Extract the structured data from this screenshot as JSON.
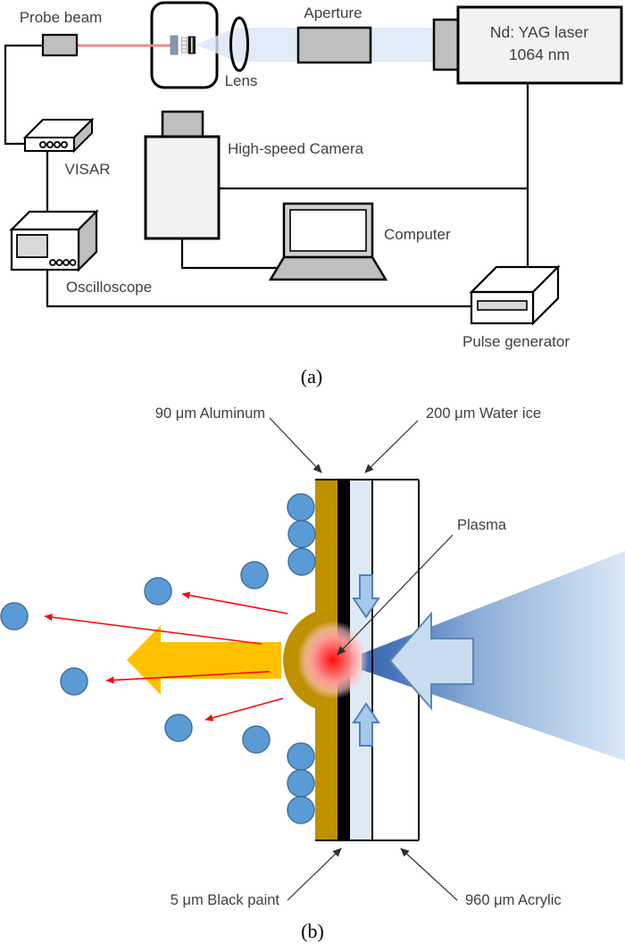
{
  "panel_a": {
    "caption": "(a)",
    "probe_beam_label": "Probe beam",
    "aperture_label": "Aperture",
    "laser_name": "Nd: YAG laser",
    "laser_wavelength": "1064 nm",
    "lens_label": "Lens",
    "visar_label": "VISAR",
    "camera_label": "High-speed Camera",
    "computer_label": "Computer",
    "oscilloscope_label": "Oscilloscope",
    "pulse_generator_label": "Pulse generator"
  },
  "panel_b": {
    "caption": "(b)",
    "aluminum_label": "90 μm Aluminum",
    "water_ice_label": "200 μm Water ice",
    "plasma_label": "Plasma",
    "black_paint_label": "5 μm Black paint",
    "acrylic_label": "960 μm Acrylic"
  },
  "colors": {
    "aluminum_gold": "#BF9000",
    "black_paint": "#000000",
    "water_ice_blue": "#DEEBF7",
    "particle_blue": "#5B9BD5",
    "particle_blue_border": "#41719C",
    "ejecta_yellow": "#FFC000",
    "laser_beam_dark": "#3A68AE",
    "laser_beam_light": "#D9E8F7",
    "probe_beam_red": "#E88C8C",
    "plasma_red": "#FF0000",
    "spall_arrow_red": "#FF0000",
    "device_gray": "#BFBFBF",
    "device_light_gray": "#F2F2F2"
  }
}
